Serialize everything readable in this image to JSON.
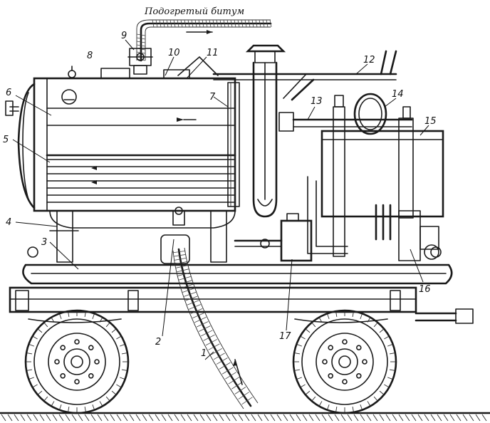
{
  "caption": {
    "text": "Подогретый битум"
  },
  "callouts": [
    {
      "id": "c1",
      "label": "1"
    },
    {
      "id": "c2",
      "label": "2"
    },
    {
      "id": "c3",
      "label": "3"
    },
    {
      "id": "c4",
      "label": "4"
    },
    {
      "id": "c5",
      "label": "5"
    },
    {
      "id": "c6",
      "label": "6"
    },
    {
      "id": "c7",
      "label": "7"
    },
    {
      "id": "c8",
      "label": "8"
    },
    {
      "id": "c9",
      "label": "9"
    },
    {
      "id": "c10",
      "label": "10"
    },
    {
      "id": "c11",
      "label": "11"
    },
    {
      "id": "c12",
      "label": "12"
    },
    {
      "id": "c13",
      "label": "13"
    },
    {
      "id": "c14",
      "label": "14"
    },
    {
      "id": "c15",
      "label": "15"
    },
    {
      "id": "c16",
      "label": "16"
    },
    {
      "id": "c17",
      "label": "17"
    }
  ],
  "colors": {
    "ink": "#1a1a1a",
    "paper": "#ffffff"
  }
}
